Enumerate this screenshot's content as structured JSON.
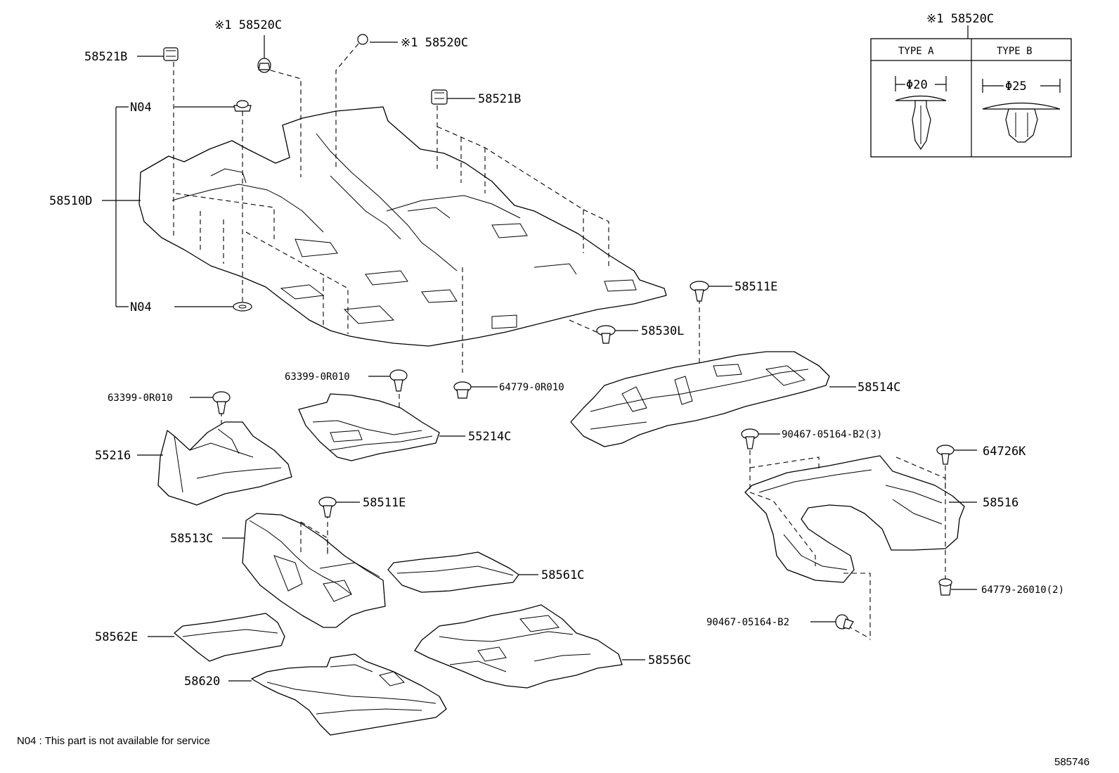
{
  "callouts": {
    "c_58520c_top": "※1 58520C",
    "c_58520c_mid": "※1 58520C",
    "c_58521b_left": "58521B",
    "c_58521b_right": "58521B",
    "c_n04_top": "N04",
    "c_n04_bottom": "N04",
    "c_58510d": "58510D",
    "c_58511e_right": "58511E",
    "c_58530l": "58530L",
    "c_63399_mid": "63399-0R010",
    "c_64779_0r010": "64779-0R010",
    "c_58514c": "58514C",
    "c_63399_left": "63399-0R010",
    "c_55214c": "55214C",
    "c_55216": "55216",
    "c_90467_b2_3": "90467-05164-B2(3)",
    "c_64726k": "64726K",
    "c_58516": "58516",
    "c_58511e_left": "58511E",
    "c_58513c": "58513C",
    "c_58561c": "58561C",
    "c_64779_26010": "64779-26010(2)",
    "c_90467_b2": "90467-05164-B2",
    "c_58562e": "58562E",
    "c_58556c": "58556C",
    "c_58620": "58620"
  },
  "inset": {
    "title": "※1 58520C",
    "type_a": "TYPE A",
    "type_b": "TYPE B",
    "dim_a": "Φ20",
    "dim_b": "Φ25"
  },
  "footnote": "N04 : This part is not available for service",
  "diagram_id": "585746"
}
